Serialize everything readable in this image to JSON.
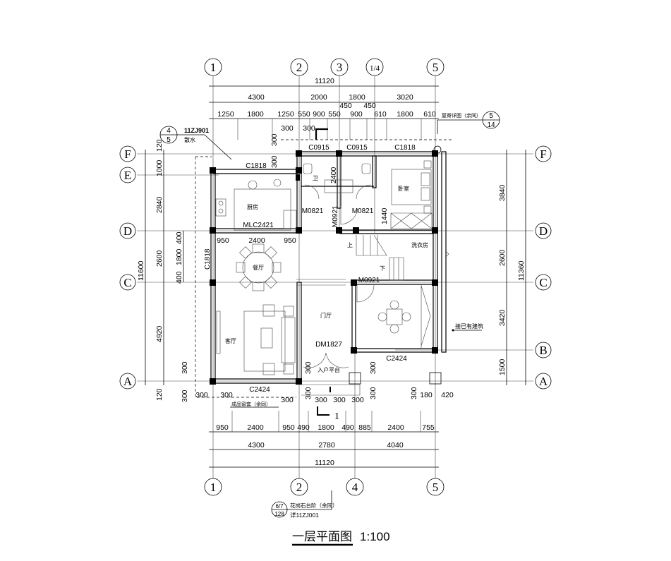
{
  "axes": {
    "top": [
      "1",
      "2",
      "3",
      "1/4",
      "5"
    ],
    "bottom": [
      "1",
      "2",
      "4",
      "5"
    ],
    "left": [
      "F",
      "E",
      "D",
      "C",
      "A"
    ],
    "right": [
      "F",
      "D",
      "C",
      "B",
      "A"
    ]
  },
  "dims_top": {
    "total": "11120",
    "row2": [
      "4300",
      "2000",
      "1800",
      "3020"
    ],
    "row3": [
      "1250",
      "1800",
      "1250",
      "550",
      "900",
      "550",
      "900",
      "610",
      "1800",
      "610"
    ],
    "small": [
      "450",
      "450",
      "300",
      "300",
      "300"
    ]
  },
  "dims_bottom": {
    "row1": [
      "950",
      "2400",
      "950",
      "490",
      "1800",
      "490",
      "885",
      "2400",
      "755"
    ],
    "row2": [
      "4300",
      "2780",
      "4040"
    ],
    "total": "11120",
    "small": [
      "300",
      "300",
      "300",
      "300",
      "300",
      "300",
      "180",
      "420",
      "300",
      "300",
      "300",
      "300",
      "300"
    ]
  },
  "dims_left": {
    "main": [
      "120",
      "1000",
      "2840",
      "2600",
      "4920",
      "120"
    ],
    "total": "11600",
    "inner": [
      "400",
      "1800",
      "400"
    ],
    "small": [
      "300",
      "300"
    ]
  },
  "dims_right": {
    "main": [
      "3840",
      "2600",
      "3420",
      "1500"
    ],
    "total": "11360"
  },
  "dims_inner": {
    "kitchen_bottom": [
      "950",
      "2400",
      "950"
    ],
    "bedroom": [
      "2400",
      "1440"
    ],
    "misc": [
      "300"
    ]
  },
  "rooms": {
    "kitchen": "厨房",
    "dining": "餐厅",
    "living": "客厅",
    "foyer": "门厅",
    "bath": "卫",
    "bedroom": "卧室",
    "laundry": "洗衣房",
    "entry_platform": "入户平台",
    "up": "上",
    "down": "下"
  },
  "openings": {
    "c0915_a": "C0915",
    "c0915_b": "C0915",
    "c1818_top": "C1818",
    "c1818_kitchen": "C1818",
    "c1818_left": "C1818",
    "mlc2421": "MLC2421",
    "m0821_a": "M0821",
    "m0821_b": "M0821",
    "m0921_a": "M0921",
    "m0921_b": "M0921",
    "dm1827": "DM1827",
    "c2424_a": "C2424",
    "c2424_b": "C2424"
  },
  "annotations": {
    "ref_4_5": {
      "top": "4",
      "bottom": "5",
      "code": "11ZJ901",
      "note": "散水"
    },
    "ref_5_14": {
      "top": "5",
      "bottom": "14",
      "note": "屋脊详图（余同）"
    },
    "ref_67_128": {
      "top": "6/7",
      "bottom": "128",
      "note": "花岗石台阶（余同）",
      "code": "详11ZJ001"
    },
    "window_sill": "成品窗套（余同）",
    "existing": "接已有建筑",
    "section_mark": "1"
  },
  "title": {
    "text": "一层平面图",
    "scale": "1:100"
  }
}
